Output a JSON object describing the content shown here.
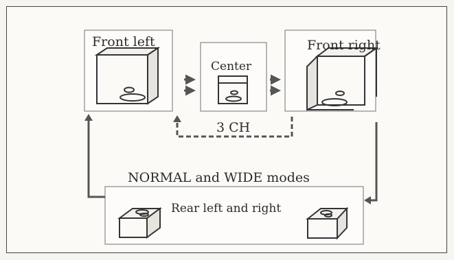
{
  "labels": {
    "front_left": "Front left",
    "center": "Center",
    "front_right": "Front right",
    "three_ch": "3 CH",
    "modes": "NORMAL and WIDE modes",
    "rear": "Rear left and right"
  },
  "colors": {
    "line": "#555555",
    "box_border": "#888888",
    "background": "#fbfaf7"
  },
  "icons": [
    "front-left-speaker-icon",
    "center-speaker-icon",
    "front-right-speaker-icon",
    "rear-left-speaker-icon",
    "rear-right-speaker-icon"
  ]
}
